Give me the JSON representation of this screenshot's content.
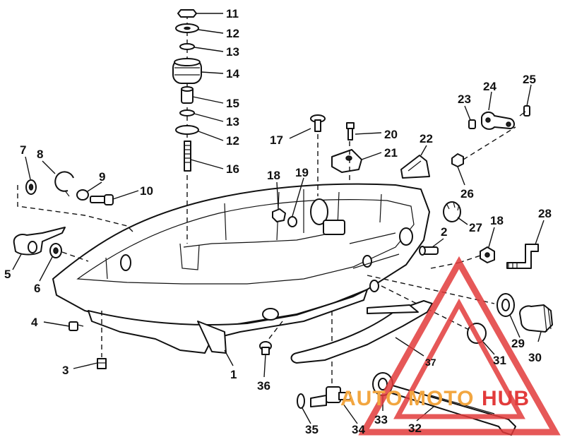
{
  "labels": {
    "p1": "1",
    "p2": "2",
    "p3": "3",
    "p4": "4",
    "p5": "5",
    "p6": "6",
    "p7": "7",
    "p8": "8",
    "p9": "9",
    "p10": "10",
    "p11": "11",
    "p12a": "12",
    "p13a": "13",
    "p14": "14",
    "p15": "15",
    "p13b": "13",
    "p12b": "12",
    "p16": "16",
    "p17": "17",
    "p18a": "18",
    "p19": "19",
    "p20": "20",
    "p21": "21",
    "p22": "22",
    "p23": "23",
    "p24": "24",
    "p25": "25",
    "p26": "26",
    "p27": "27",
    "p18b": "18",
    "p28": "28",
    "p29": "29",
    "p30": "30",
    "p31": "31",
    "p32": "32",
    "p33": "33",
    "p34": "34",
    "p35": "35",
    "p36": "36",
    "p37": "37"
  },
  "watermark": {
    "part1": "AUTO",
    "part2": "MOTO",
    "part3": "HUB",
    "color_primary": "#e23b3b",
    "color_secondary": "#f2a640"
  }
}
